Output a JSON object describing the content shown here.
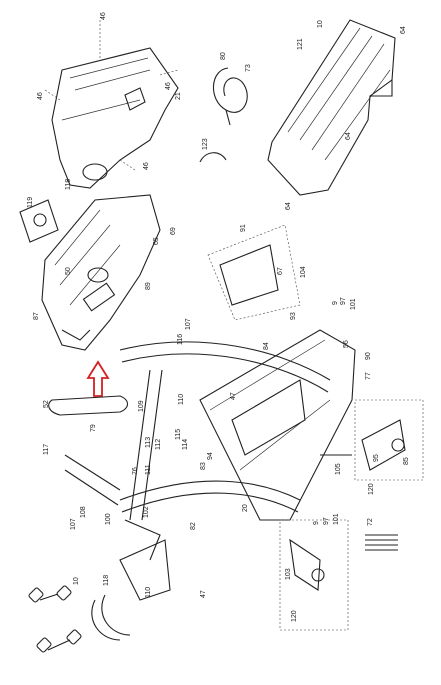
{
  "diagram": {
    "arrow_color": "#d42020",
    "line_color": "#222222",
    "labels": [
      {
        "text": "46",
        "name": "label-46-a"
      },
      {
        "text": "46",
        "name": "label-46-b"
      },
      {
        "text": "46",
        "name": "label-46-c"
      },
      {
        "text": "46",
        "name": "label-46-d"
      },
      {
        "text": "21",
        "name": "label-21"
      },
      {
        "text": "118",
        "name": "label-118"
      },
      {
        "text": "80",
        "name": "label-80"
      },
      {
        "text": "73",
        "name": "label-73"
      },
      {
        "text": "123",
        "name": "label-123"
      },
      {
        "text": "10",
        "name": "label-10-top"
      },
      {
        "text": "121",
        "name": "label-121"
      },
      {
        "text": "64",
        "name": "label-64-a"
      },
      {
        "text": "64",
        "name": "label-64-b"
      },
      {
        "text": "64",
        "name": "label-64-c"
      },
      {
        "text": "119",
        "name": "label-119"
      },
      {
        "text": "69",
        "name": "label-69"
      },
      {
        "text": "65",
        "name": "label-65"
      },
      {
        "text": "50",
        "name": "label-50"
      },
      {
        "text": "87",
        "name": "label-87"
      },
      {
        "text": "89",
        "name": "label-89"
      },
      {
        "text": "107",
        "name": "label-107-a"
      },
      {
        "text": "116",
        "name": "label-116"
      },
      {
        "text": "91",
        "name": "label-91"
      },
      {
        "text": "67",
        "name": "label-67"
      },
      {
        "text": "104",
        "name": "label-104"
      },
      {
        "text": "97",
        "name": "label-97-a"
      },
      {
        "text": "101",
        "name": "label-101-a"
      },
      {
        "text": "93",
        "name": "label-93"
      },
      {
        "text": "9",
        "name": "label-9-a"
      },
      {
        "text": "56",
        "name": "label-56"
      },
      {
        "text": "90",
        "name": "label-90"
      },
      {
        "text": "77",
        "name": "label-77"
      },
      {
        "text": "110",
        "name": "label-110-a"
      },
      {
        "text": "47",
        "name": "label-47-a"
      },
      {
        "text": "109",
        "name": "label-109"
      },
      {
        "text": "52",
        "name": "label-52"
      },
      {
        "text": "76",
        "name": "label-76"
      },
      {
        "text": "115",
        "name": "label-115"
      },
      {
        "text": "112",
        "name": "label-112"
      },
      {
        "text": "113",
        "name": "label-113"
      },
      {
        "text": "114",
        "name": "label-114"
      },
      {
        "text": "111",
        "name": "label-111"
      },
      {
        "text": "94",
        "name": "label-94"
      },
      {
        "text": "20",
        "name": "label-20"
      },
      {
        "text": "84",
        "name": "label-84"
      },
      {
        "text": "85",
        "name": "label-85"
      },
      {
        "text": "95",
        "name": "label-95"
      },
      {
        "text": "120",
        "name": "label-120-a"
      },
      {
        "text": "105",
        "name": "label-105"
      },
      {
        "text": "117",
        "name": "label-117"
      },
      {
        "text": "79",
        "name": "label-79"
      },
      {
        "text": "108",
        "name": "label-108"
      },
      {
        "text": "107",
        "name": "label-107-b"
      },
      {
        "text": "102",
        "name": "label-102"
      },
      {
        "text": "100",
        "name": "label-100"
      },
      {
        "text": "82",
        "name": "label-82"
      },
      {
        "text": "83",
        "name": "label-83"
      },
      {
        "text": "110",
        "name": "label-110-b"
      },
      {
        "text": "47",
        "name": "label-47-b"
      },
      {
        "text": "10",
        "name": "label-10-bottom"
      },
      {
        "text": "118",
        "name": "label-118-b"
      },
      {
        "text": "72",
        "name": "label-72"
      },
      {
        "text": "120",
        "name": "label-120-b"
      },
      {
        "text": "103",
        "name": "label-103"
      },
      {
        "text": "97",
        "name": "label-97-b"
      },
      {
        "text": "101",
        "name": "label-101-b"
      },
      {
        "text": "9",
        "name": "label-9-b"
      }
    ]
  }
}
